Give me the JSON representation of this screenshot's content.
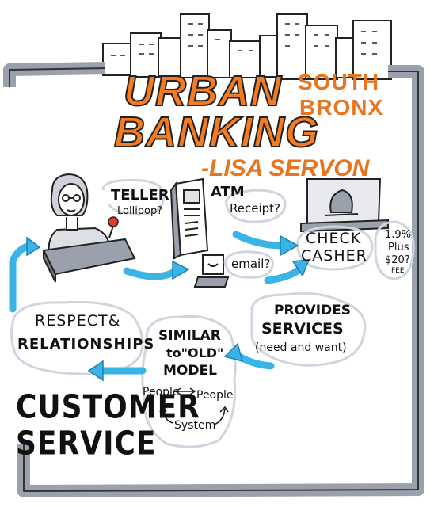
{
  "title": {
    "line1": "URBAN",
    "line2": "BANKING",
    "location_1": "SOUTH",
    "location_2": "BRONX",
    "author": "-LISA SERVON"
  },
  "labels": {
    "teller": "TELLER",
    "lollipop": "Lollipop?",
    "atm": "ATM",
    "receipt": "Receipt?",
    "email": "email?",
    "check_casher_1": "CHECK",
    "check_casher_2": "CASHER",
    "fee_1": "1.9%",
    "fee_2": "Plus",
    "fee_3": "$20?",
    "fee_4": "FEE",
    "provides_1": "PROVIDES",
    "provides_2": "SERVICES",
    "provides_3": "(need and want)",
    "similar_1": "SIMILAR",
    "similar_2": "to\"OLD\"",
    "similar_3": "MODEL",
    "people_left": "People",
    "people_right": "People",
    "system": "System",
    "respect_1": "RESPECT&",
    "respect_2": "RELATIONSHIPS",
    "customer_1": "CUSTOMER",
    "customer_2": "SERVICE"
  },
  "colors": {
    "orange": "#f47b20",
    "blue": "#3ab4e6",
    "gray": "#9aa1ad",
    "ink": "#111111"
  }
}
